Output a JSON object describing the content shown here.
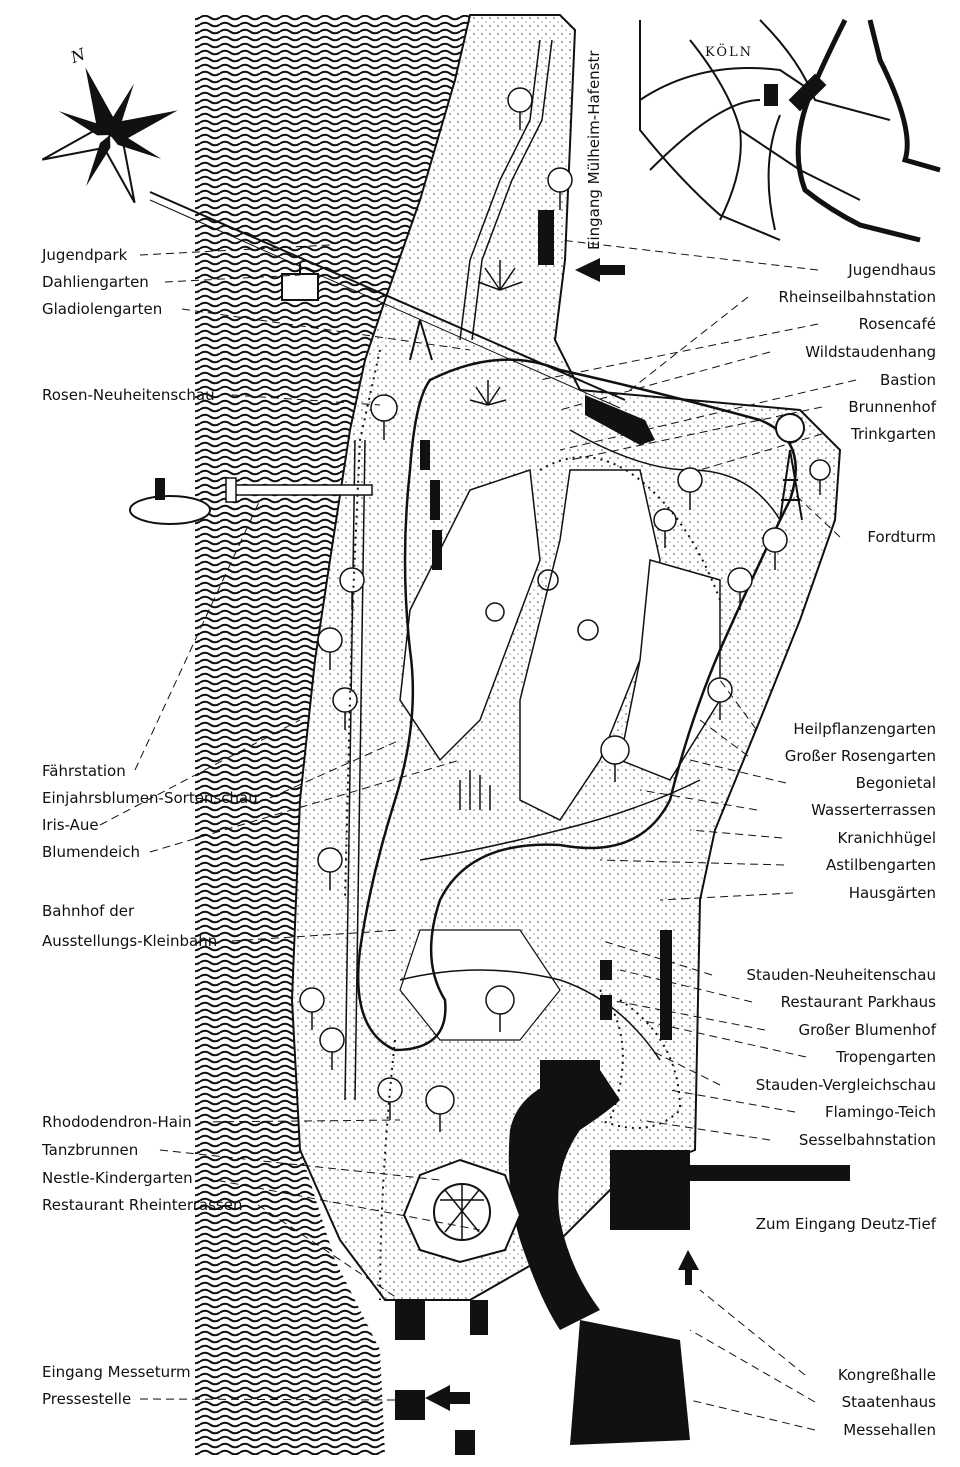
{
  "inset": {
    "city": "KÖLN"
  },
  "entrances": {
    "muelheim": "Eingang Mülheim-Hafenstr",
    "deutz": "Zum Eingang Deutz-Tief",
    "messeturm": "Eingang Messeturm"
  },
  "labels_left": [
    "Jugendpark",
    "Dahliengarten",
    "Gladiolengarten",
    "Rosen-Neuheitenschau",
    "Fährstation",
    "Einjahrsblumen-Sortenschau",
    "Iris-Aue",
    "Blumendeich",
    "Bahnhof der",
    "Ausstellungs-Kleinbahn",
    "Rhododendron-Hain",
    "Tanzbrunnen",
    "Nestle-Kindergarten",
    "Restaurant Rheinterrassen",
    "Pressestelle"
  ],
  "labels_right": [
    "Jugendhaus",
    "Rheinseilbahnstation",
    "Rosencafé",
    "Wildstaudenhang",
    "Bastion",
    "Brunnenhof",
    "Trinkgarten",
    "Fordturm",
    "Heilpflanzengarten",
    "Großer Rosengarten",
    "Begonietal",
    "Wasserterrassen",
    "Kranichhügel",
    "Astilbengarten",
    "Hausgärten",
    "Stauden-Neuheitenschau",
    "Restaurant Parkhaus",
    "Großer Blumenhof",
    "Tropengarten",
    "Stauden-Vergleichschau",
    "Flamingo-Teich",
    "Sesselbahnstation",
    "Kongreßhalle",
    "Staatenhaus",
    "Messehallen"
  ],
  "colors": {
    "ink": "#111111",
    "paper": "#ffffff"
  }
}
